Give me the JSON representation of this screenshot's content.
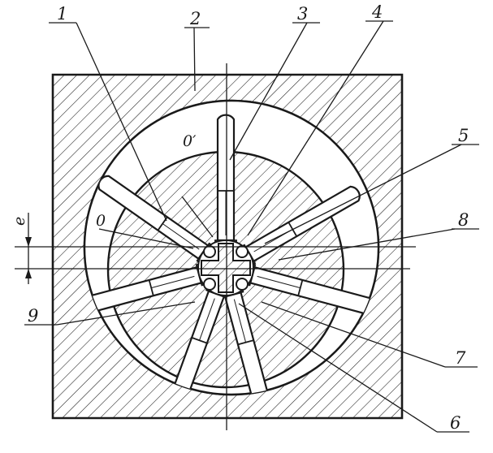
{
  "labels": {
    "n1": "1",
    "n2": "2",
    "n3": "3",
    "n4": "4",
    "n5": "5",
    "n6": "6",
    "n7": "7",
    "n8": "8",
    "n9": "9",
    "o": "0",
    "o_prime": "0′",
    "e": "e"
  },
  "colors": {
    "ink": "#1a1a1a",
    "paper": "#ffffff"
  }
}
